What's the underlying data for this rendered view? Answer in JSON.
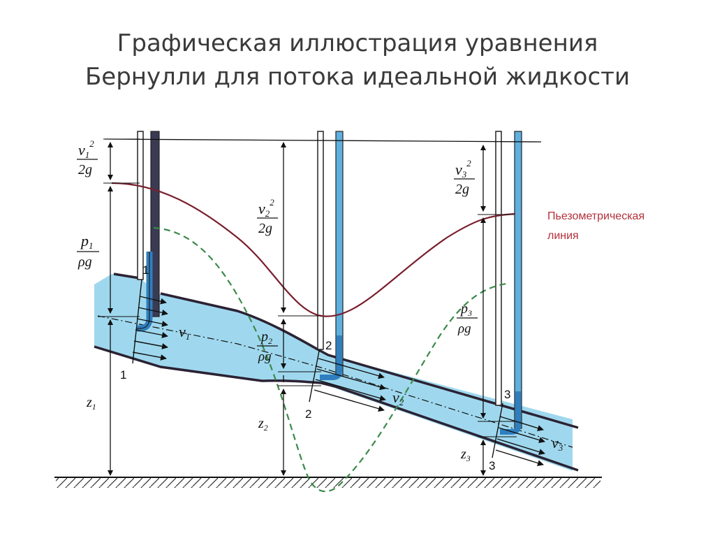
{
  "title": {
    "line1": "Графическая иллюстрация уравнения",
    "line2": "Бернулли для потока идеальной жидкости"
  },
  "legend": {
    "piezometric_line1": "Пьезометрическая",
    "piezometric_line2": "линия"
  },
  "labels": {
    "v1": "v",
    "v1_sub": "1",
    "v1_sup": "2",
    "v2": "v",
    "v2_sub": "2",
    "v2_sup": "2",
    "v3": "v",
    "v3_sub": "3",
    "v3_sup": "2",
    "g2": "2g",
    "p1": "p",
    "p1_sub": "1",
    "p2": "p",
    "p2_sub": "2",
    "p3": "p",
    "p3_sub": "3",
    "rho_g": "ρg",
    "z1": "z",
    "z1_sub": "1",
    "z2": "z",
    "z2_sub": "2",
    "z3": "z",
    "z3_sub": "3",
    "flow_v1": "v",
    "flow_v1_sub": "1",
    "flow_v2": "v",
    "flow_v2_sub": "2",
    "flow_v3": "v",
    "flow_v3_sub": "3",
    "sec1": "1",
    "sec2": "2",
    "sec3": "3"
  },
  "colors": {
    "fluid": "#9fd8ee",
    "pipe_wall": "#2b2233",
    "piezometric": "#7a1f2e",
    "energy_line": "#3b8a4a",
    "piezo_label": "#b3303a"
  }
}
